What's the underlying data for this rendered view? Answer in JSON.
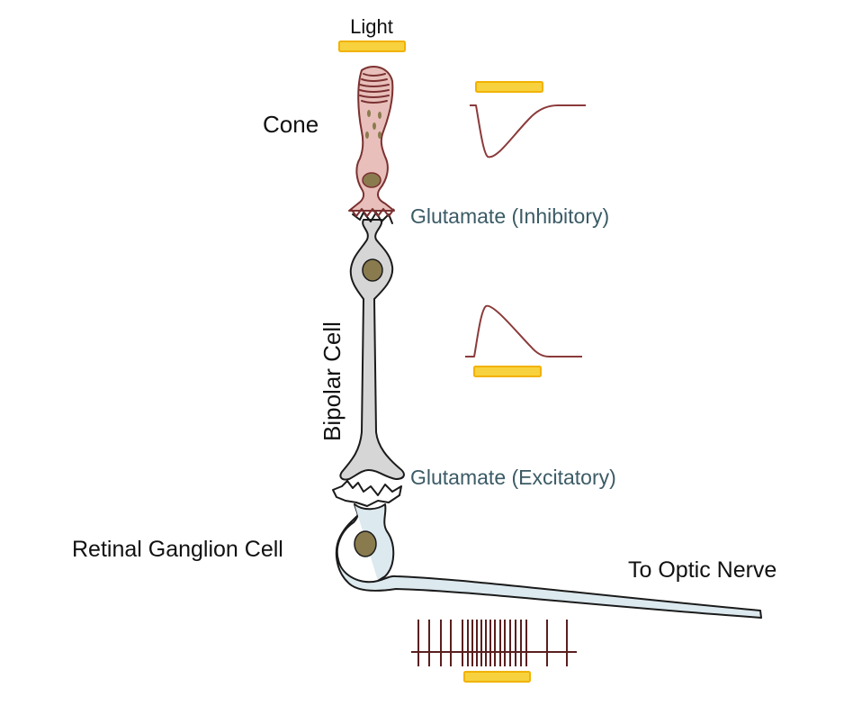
{
  "labels": {
    "light": "Light",
    "cone": "Cone",
    "glutamate_inhibitory": "Glutamate (Inhibitory)",
    "bipolar_cell": "Bipolar Cell",
    "glutamate_excitatory": "Glutamate (Excitatory)",
    "retinal_ganglion_cell": "Retinal Ganglion Cell",
    "to_optic_nerve": "To Optic Nerve"
  },
  "colors": {
    "cone_fill": "#e8bfba",
    "cone_stroke": "#7b3131",
    "bipolar_fill": "#d6d6d6",
    "ganglion_fill": "#dce9ef",
    "nucleus_fill": "#8a7b4f",
    "trace": "#8b3a3a",
    "light_bar": "#f7d23e",
    "light_bar_stroke": "#f2b200",
    "glutamate_text": "#3b5b66",
    "spike": "#5a1f1f"
  },
  "spikes": {
    "baseline_only": [
      0,
      1,
      2,
      3,
      4,
      11,
      12,
      13,
      14
    ],
    "during_light": [
      5,
      6,
      7,
      8,
      9,
      10
    ]
  }
}
